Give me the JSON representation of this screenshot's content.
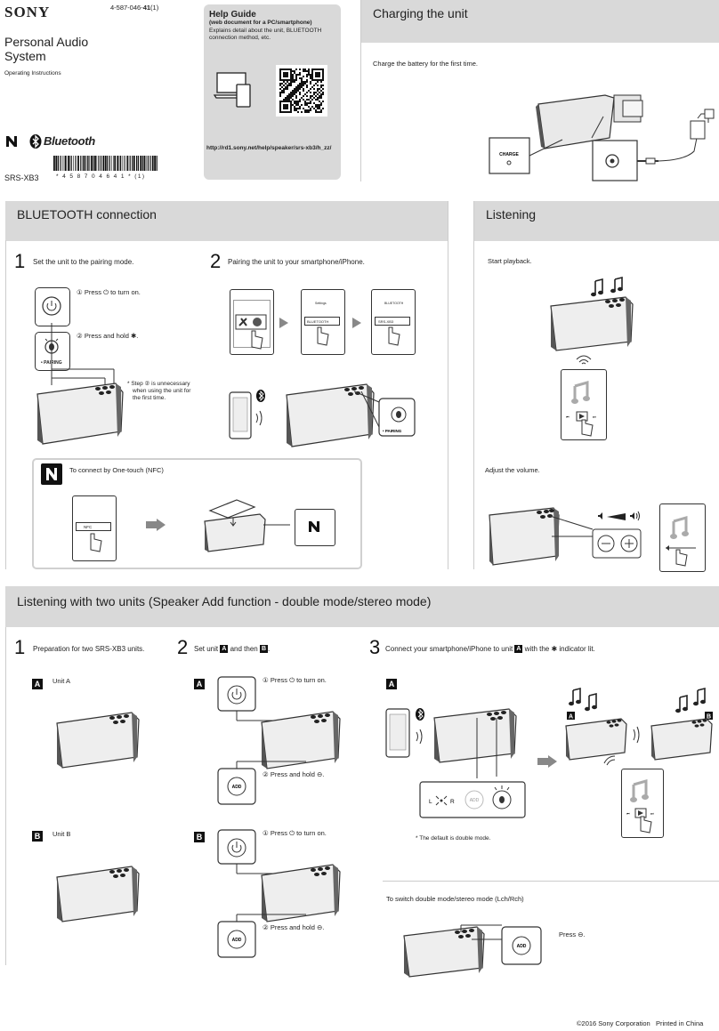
{
  "header": {
    "brand": "SONY",
    "part_number_prefix": "4-587-046-",
    "part_number_bold": "41",
    "part_number_suffix": "(1)",
    "product_title_line1": "Personal Audio",
    "product_title_line2": "System",
    "doc_type": "Operating Instructions",
    "bluetooth_logo": "Bluetooth",
    "model": "SRS-XB3",
    "barcode_digits": "* 4 5 8 7 0 4 6 4 1 * (1)"
  },
  "help_guide": {
    "title": "Help Guide",
    "subtitle": "(web document for a PC/smartphone)",
    "desc1": "Explains detail about the unit, BLUETOOTH",
    "desc2": "connection method, etc.",
    "url": "http://rd1.sony.net/help/speaker/srs-xb3/h_zz/"
  },
  "charging": {
    "title": "Charging the unit",
    "instruction": "Charge the battery for the first time.",
    "charge_label": "CHARGE"
  },
  "bt": {
    "title": "BLUETOOTH connection",
    "step1_num": "1",
    "step1_text": "Set the unit to the pairing mode.",
    "press_power": "Press ⏻ to turn on.",
    "press_hold": "Press and hold ✱.",
    "pairing_label": "• PAIRING",
    "note1": "* Step ② is unnecessary",
    "note2": "when using the unit for",
    "note3": "the first time.",
    "step2_num": "2",
    "step2_text": "Pairing the unit to your smartphone/iPhone.",
    "screen_settings": "Settings",
    "screen_bt": "BLUETOOTH",
    "screen_device": "SRS-XB3",
    "nfc_title": "To connect by One-touch (NFC)",
    "nfc_label": "NFC"
  },
  "listening": {
    "title": "Listening",
    "start": "Start playback.",
    "adjust": "Adjust the volume."
  },
  "two_units": {
    "title": "Listening with two units (Speaker Add function - double mode/stereo mode)",
    "step1_num": "1",
    "step1_text": "Preparation for two SRS-XB3 units.",
    "unit_a_badge": "A",
    "unit_a": "Unit A",
    "unit_b_badge": "B",
    "unit_b": "Unit B",
    "step2_num": "2",
    "step2_pre": "Set unit",
    "step2_mid": "and then",
    "press_turn_on": "Press ⏻ to turn on.",
    "press_hold_add": "Press and hold ⊖.",
    "add_label": "ADD",
    "step3_num": "3",
    "step3_pre": "Connect your smartphone/iPhone to unit",
    "step3_post": "with the ✱ indicator lit.",
    "default_note": "* The default is double mode.",
    "switch_title": "To switch double mode/stereo mode (Lch/Rch)",
    "press_add": "Press ⊖.",
    "l_label": "L",
    "r_label": "R"
  },
  "footer": {
    "copyright": "©2016 Sony Corporation",
    "printed": "Printed in China"
  }
}
